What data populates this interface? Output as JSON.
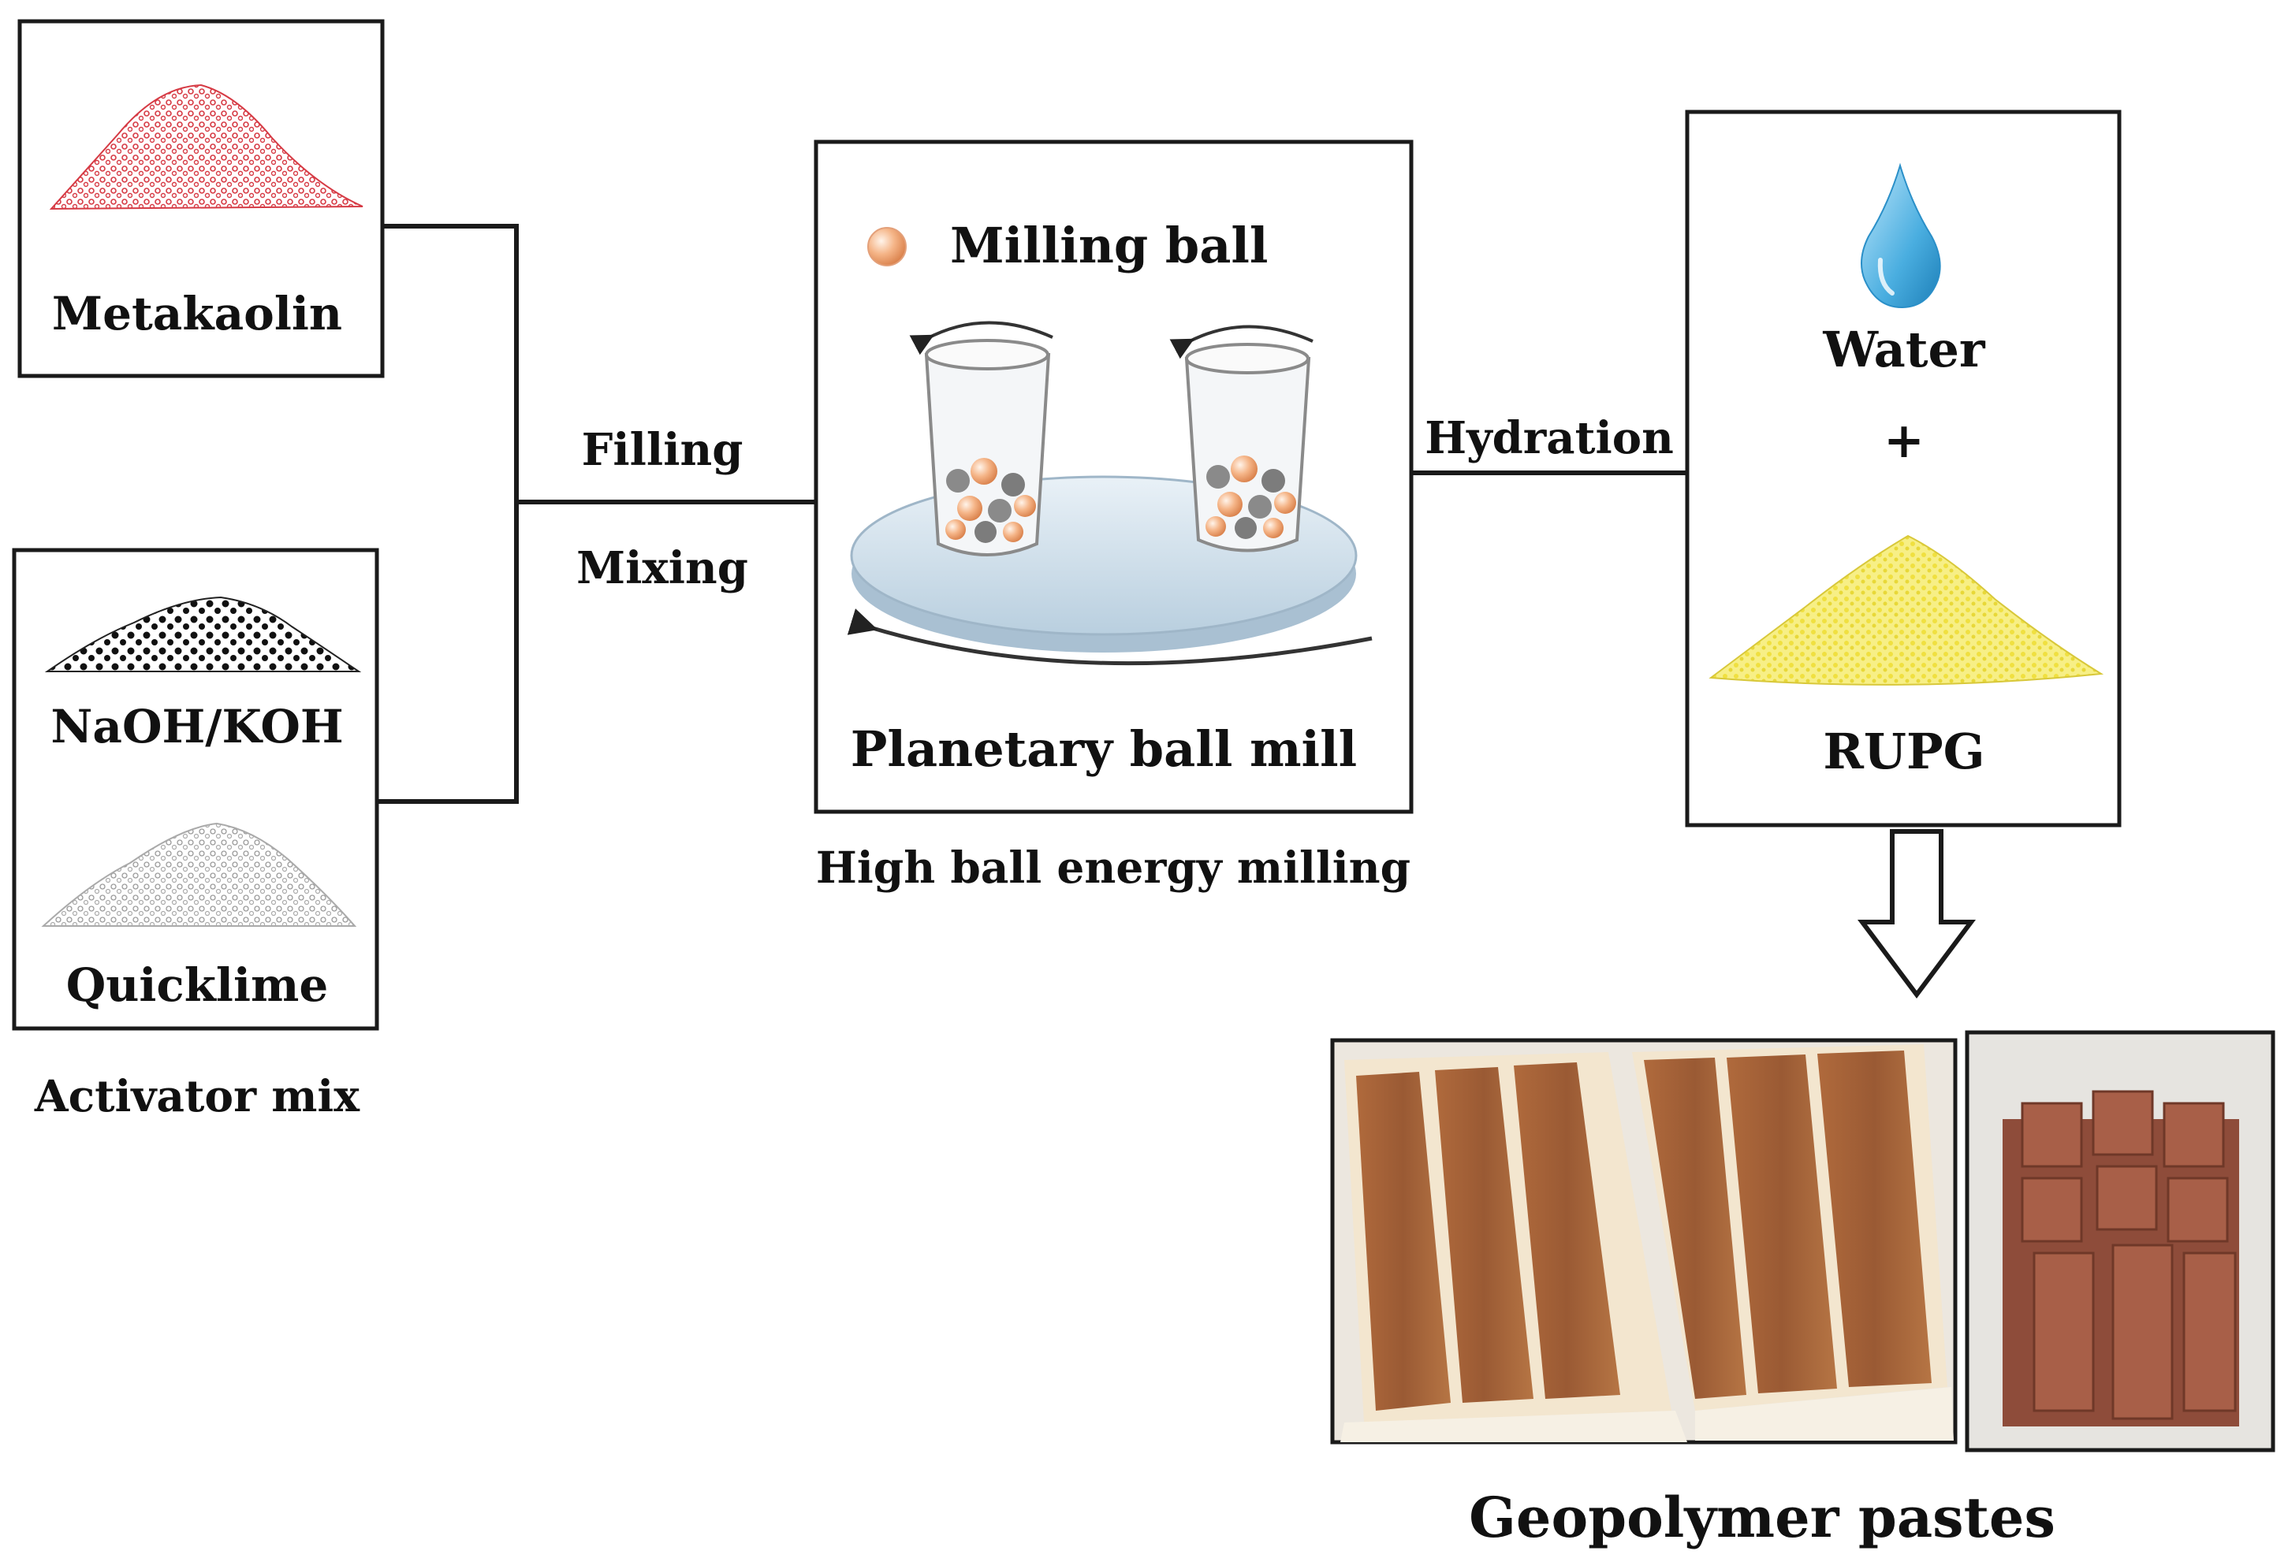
{
  "boxes": {
    "metakaolin": {
      "label": "Metakaolin"
    },
    "activator": {
      "label_top": "NaOH/KOH",
      "label_bottom": "Quicklime",
      "caption": "Activator mix"
    },
    "mill": {
      "legend": "Milling ball",
      "label": "Planetary ball mill",
      "caption": "High ball energy milling"
    },
    "product": {
      "label_top": "Water",
      "plus": "+",
      "label_bottom": "RUPG"
    }
  },
  "connectors": {
    "filling": "Filling",
    "mixing": "Mixing",
    "hydration": "Hydration"
  },
  "result": {
    "caption": "Geopolymer pastes"
  },
  "colors": {
    "metakaolin": "#e0444c",
    "naoh": "#1a1a1a",
    "quicklime": "#b4b4b4",
    "rupg": "#f2e64a",
    "water": "#5bb8e6",
    "ball": "#f2a574",
    "paste": "#a0603a"
  }
}
